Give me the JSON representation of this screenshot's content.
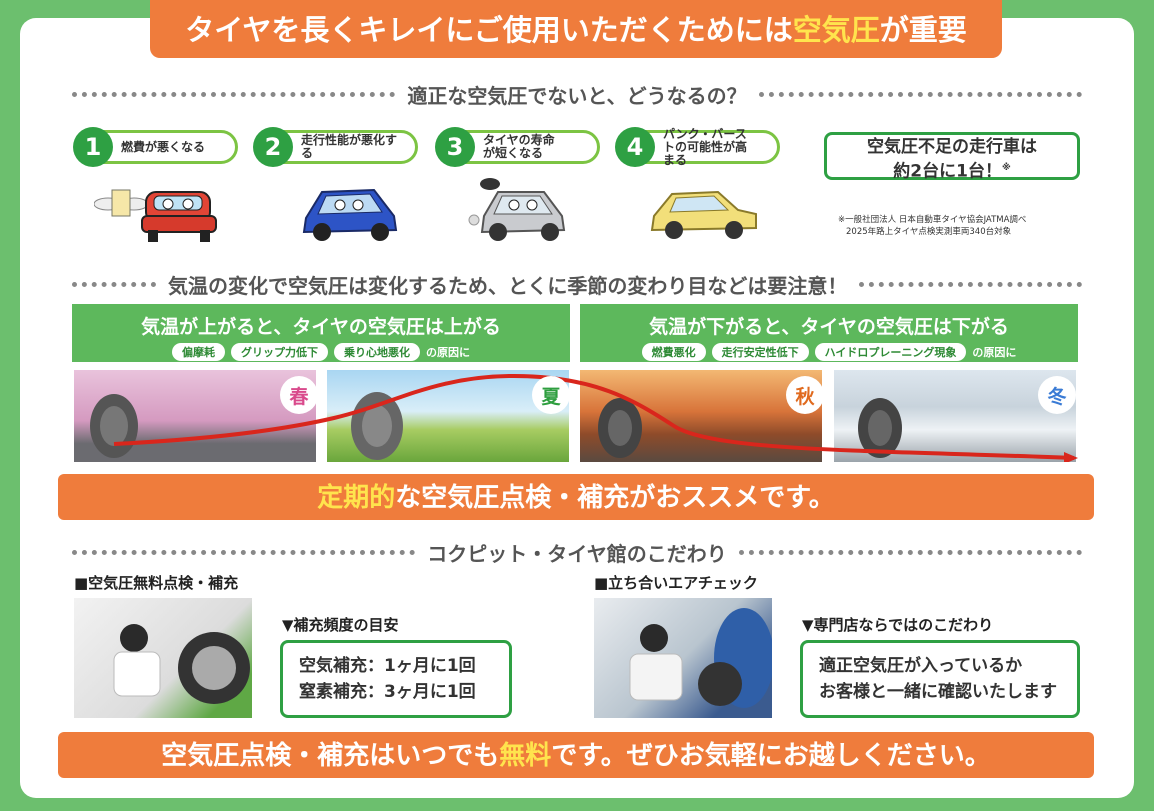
{
  "banner": {
    "pre": "タイヤを長くキレイにご使用いただくためには",
    "highlight": "空気圧",
    "post": "が重要"
  },
  "section1": {
    "title": "適正な空気圧でないと、どうなるの？"
  },
  "effects": [
    {
      "num": "1",
      "label": "燃費が悪くなる"
    },
    {
      "num": "2",
      "label": "走行性能が悪化する"
    },
    {
      "num": "3",
      "label": "タイヤの寿命が短くなる"
    },
    {
      "num": "4",
      "label": "パンク・バーストの可能性が高まる"
    }
  ],
  "stat": {
    "line1": "空気圧不足の走行車は",
    "line2": "約2台に1台！",
    "mark": "※",
    "note1": "※一般社団法人 日本自動車タイヤ協会JATMA調べ",
    "note2": "2025年路上タイヤ点検実測車両340台対象"
  },
  "section2": {
    "title": "気温の変化で空気圧は変化するため、とくに季節の変わり目などは要注意！"
  },
  "temp_up": {
    "title": "気温が上がると、タイヤの空気圧は上がる",
    "tags": [
      "偏摩耗",
      "グリップ力低下",
      "乗り心地悪化"
    ],
    "suffix": "の原因に"
  },
  "temp_down": {
    "title": "気温が下がると、タイヤの空気圧は下がる",
    "tags": [
      "燃費悪化",
      "走行安定性低下",
      "ハイドロプレーニング現象"
    ],
    "suffix": "の原因に"
  },
  "seasons": [
    {
      "label": "春",
      "color": "#d94a8c"
    },
    {
      "label": "夏",
      "color": "#2e9e3f"
    },
    {
      "label": "秋",
      "color": "#e06a1e"
    },
    {
      "label": "冬",
      "color": "#3a7bd5"
    }
  ],
  "cta1": {
    "highlight": "定期的",
    "rest": "な空気圧点検・補充がおススメです。"
  },
  "section3": {
    "title": "コクピット・タイヤ館のこだわり"
  },
  "left": {
    "heading": "■空気圧無料点検・補充",
    "subheading": "▼補充頻度の目安",
    "line1": "空気補充：1ヶ月に1回",
    "line2": "窒素補充：3ヶ月に1回"
  },
  "right": {
    "heading": "■立ち合いエアチェック",
    "subheading": "▼専門店ならではのこだわり",
    "line1": "適正空気圧が入っているか",
    "line2": "お客様と一緒に確認いたします"
  },
  "cta2": {
    "pre": "空気圧点検・補充はいつでも",
    "highlight": "無料",
    "post": "です。ぜひお気軽にお越しください。"
  }
}
